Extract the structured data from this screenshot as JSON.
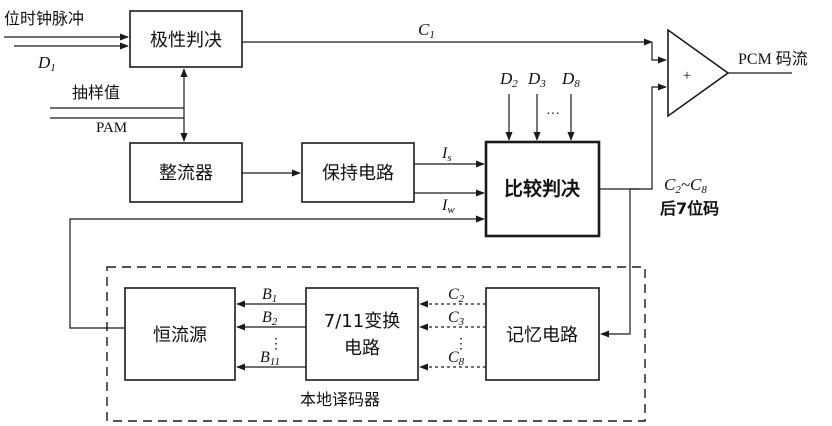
{
  "inputs": {
    "clock": "位时钟脉冲",
    "d1_main": "D",
    "d1_sub": "1",
    "sample_value": "抽样值",
    "pam": "PAM"
  },
  "blocks": {
    "polarity": "极性判决",
    "rectifier": "整流器",
    "hold": "保持电路",
    "compare": "比较判决",
    "current_source": "恒流源",
    "converter_line1": "7/11变换",
    "converter_line2": "电路",
    "memory": "记忆电路",
    "adder": "+"
  },
  "signals": {
    "c1_main": "C",
    "c1_sub": "1",
    "is_main": "I",
    "is_sub": "s",
    "iw_main": "I",
    "iw_sub": "w",
    "d2_main": "D",
    "d2_sub": "2",
    "d3_main": "D",
    "d3_sub": "3",
    "d8_main": "D",
    "d8_sub": "8",
    "d_dots": "···",
    "c2c8_a": "C",
    "c2c8_a_sub": "2",
    "c2c8_tilde": "~",
    "c2c8_b": "C",
    "c2c8_b_sub": "8",
    "last7": "后7位码",
    "output": "PCM 码流",
    "b1_main": "B",
    "b1_sub": "1",
    "b2_main": "B",
    "b2_sub": "2",
    "b11_main": "B",
    "b11_sub": "11",
    "c2_main": "C",
    "c2_sub": "2",
    "c3_main": "C",
    "c3_sub": "3",
    "c8_main": "C",
    "c8_sub": "8",
    "vdots": "⋮"
  },
  "groups": {
    "local_decoder": "本地译码器"
  }
}
